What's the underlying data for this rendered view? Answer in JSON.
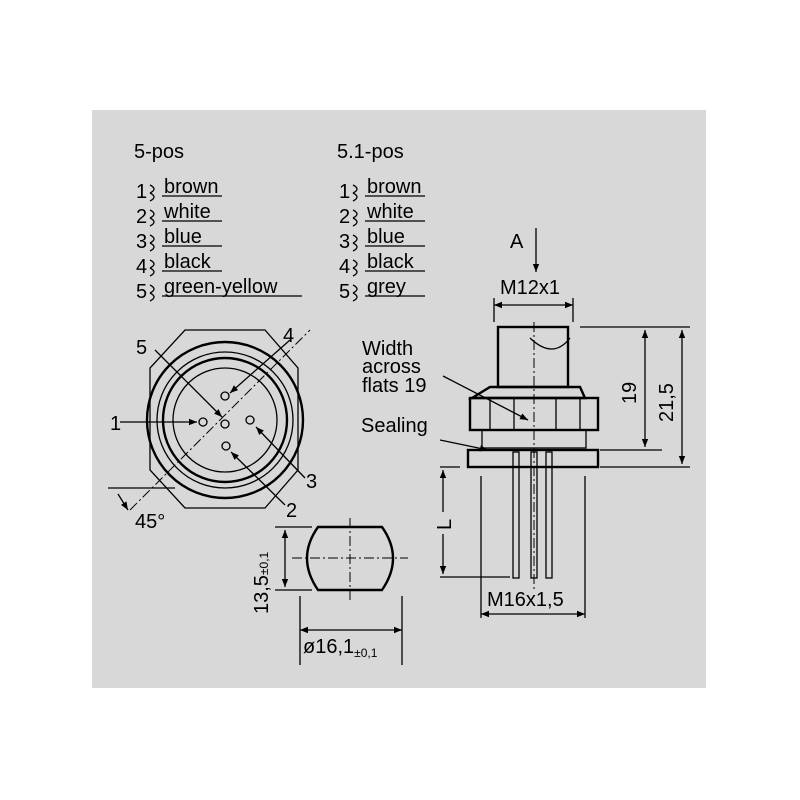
{
  "pinouts": [
    {
      "title": "5-pos",
      "pins": [
        {
          "n": "1",
          "color": "brown"
        },
        {
          "n": "2",
          "color": "white"
        },
        {
          "n": "3",
          "color": "blue"
        },
        {
          "n": "4",
          "color": "black"
        },
        {
          "n": "5",
          "color": "green-yellow"
        }
      ]
    },
    {
      "title": "5.1-pos",
      "pins": [
        {
          "n": "1",
          "color": "brown"
        },
        {
          "n": "2",
          "color": "white"
        },
        {
          "n": "3",
          "color": "blue"
        },
        {
          "n": "4",
          "color": "black"
        },
        {
          "n": "5",
          "color": "grey"
        }
      ]
    }
  ],
  "front_view": {
    "pin_labels": [
      "1",
      "2",
      "3",
      "4",
      "5"
    ],
    "angle": "45°"
  },
  "cutout": {
    "height": "13,5",
    "height_tol": "±0,1",
    "diameter": "ø16,1",
    "diameter_tol": "±0,1"
  },
  "side_view": {
    "view_arrow": "A",
    "thread_top": "M12x1",
    "thread_bottom": "M16x1,5",
    "width_label": [
      "Width",
      "across",
      "flats 19"
    ],
    "sealing": "Sealing",
    "dim_19": "19",
    "dim_21_5": "21,5",
    "dim_L": "L"
  }
}
